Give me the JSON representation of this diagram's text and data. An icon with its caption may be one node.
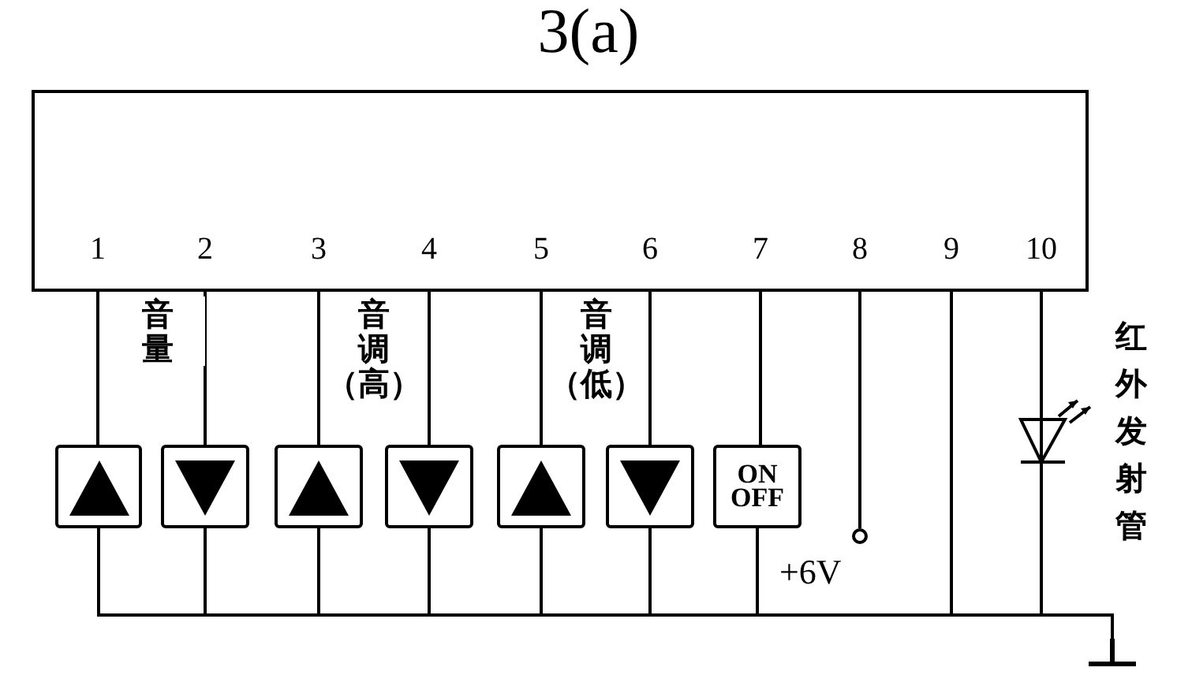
{
  "diagram": {
    "title": "3(a)",
    "nodes": [
      {
        "text": [],
        "shape": "box"
      },
      {
        "text": [],
        "shape": "box"
      },
      {
        "text": [],
        "shape": "box"
      },
      {
        "text": [],
        "shape": "box"
      },
      {
        "text": [],
        "shape": "box"
      },
      {
        "text": [],
        "shape": "box"
      },
      {
        "text": [],
        "shape": "box"
      },
      {
        "text": [
          "ON OFF"
        ]
      },
      {
        "text": [],
        "shape": "circle",
        "beside": [
          "+6V"
        ]
      },
      {
        "text": [],
        "shape": "picture",
        "beside": [
          "红外发射管"
        ]
      },
      {
        "text": [],
        "shape": "picture"
      }
    ],
    "edges": [
      {
        "from": 0,
        "to": 1,
        "arrow": "none"
      },
      {
        "from": 0,
        "to": 2,
        "arrow": "none"
      },
      {
        "from": 0,
        "to": 3,
        "arrow": "none"
      },
      {
        "from": 0,
        "to": 4,
        "arrow": "none"
      },
      {
        "from": 0,
        "to": 5,
        "arrow": "none"
      },
      {
        "from": 0,
        "to": 6,
        "arrow": "none"
      },
      {
        "from": 0,
        "to": 7,
        "arrow": "none"
      },
      {
        "from": 0,
        "to": 8,
        "arrow": "none"
      },
      {
        "from": 0,
        "to": 10,
        "arrow": "none"
      },
      {
        "from": 0,
        "to": 9,
        "arrow": "none"
      },
      {
        "from": 9,
        "to": 10,
        "arrow": "none"
      },
      {
        "from": 1,
        "to": 10,
        "arrow": "none"
      },
      {
        "from": 2,
        "to": 10,
        "arrow": "none"
      },
      {
        "from": 3,
        "to": 10,
        "arrow": "none"
      },
      {
        "from": 4,
        "to": 10,
        "arrow": "none"
      },
      {
        "from": 5,
        "to": 10,
        "arrow": "none"
      },
      {
        "from": 6,
        "to": 10,
        "arrow": "none"
      },
      {
        "from": 7,
        "to": 10,
        "arrow": "none"
      }
    ],
    "labels": [
      "1",
      "2",
      "3",
      "4",
      "5",
      "6",
      "7",
      "8",
      "9",
      "10",
      "音量",
      "音调（高）",
      "音调（低）"
    ]
  }
}
